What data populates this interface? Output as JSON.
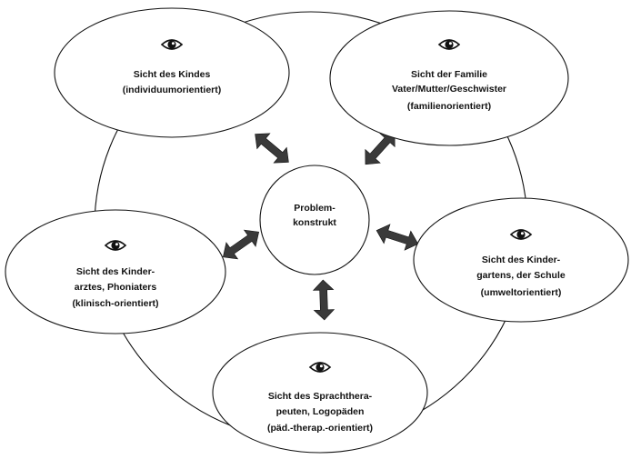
{
  "center": {
    "lines": [
      "Problem-",
      "konstrukt"
    ]
  },
  "perspectives": [
    {
      "id": "kind",
      "icon": "eye-icon",
      "lines": [
        "Sicht des Kindes",
        "(individuumorientiert)"
      ]
    },
    {
      "id": "familie",
      "icon": "eye-icon",
      "lines": [
        "Sicht der Familie",
        "Vater/Mutter/Geschwister",
        "(familienorientiert)"
      ]
    },
    {
      "id": "kindergarten",
      "icon": "eye-icon",
      "lines": [
        "Sicht des Kinder-",
        "gartens, der Schule",
        "(umweltorientiert)"
      ]
    },
    {
      "id": "therapeut",
      "icon": "eye-icon",
      "lines": [
        "Sicht des Sprachthera-",
        "peuten, Logopäden",
        "(päd.-therap.-orientiert)"
      ]
    },
    {
      "id": "arzt",
      "icon": "eye-icon",
      "lines": [
        "Sicht des Kinder-",
        "arztes, Phoniaters",
        "(klinisch-orientiert)"
      ]
    }
  ]
}
